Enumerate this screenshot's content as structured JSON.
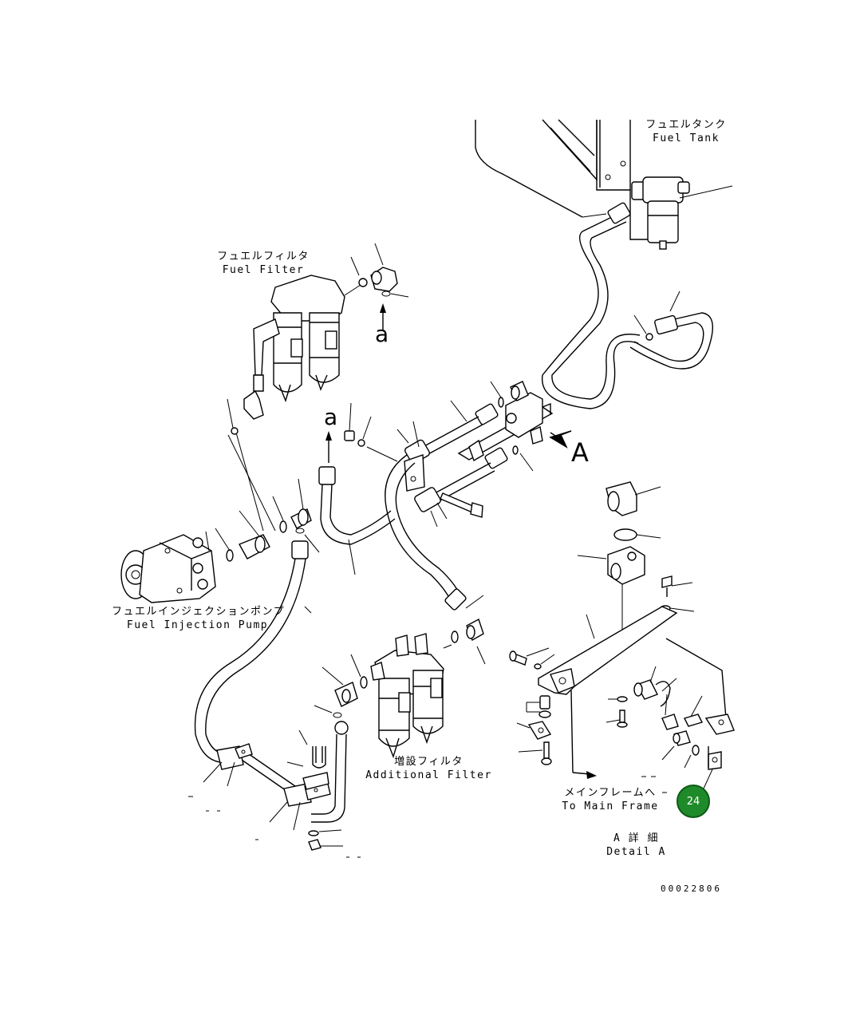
{
  "labels": {
    "fuel_tank_jp": "フュエルタンク",
    "fuel_tank_en": "Fuel Tank",
    "fuel_filter_jp": "フュエルフィルタ",
    "fuel_filter_en": "Fuel Filter",
    "injection_pump_jp": "フュエルインジェクションポンプ",
    "injection_pump_en": "Fuel Injection Pump",
    "additional_filter_jp": "増設フィルタ",
    "additional_filter_en": "Additional Filter",
    "main_frame_jp": "メインフレームへ",
    "main_frame_en": "To Main Frame",
    "detail_a_jp": "A 詳 細",
    "detail_a_en": "Detail A"
  },
  "markers": {
    "a_lower": "a",
    "a_upper": "a",
    "view_a": "A"
  },
  "callouts": [
    {
      "number": "24",
      "color": "#1f8a2a"
    }
  ],
  "document_number": "00022806"
}
